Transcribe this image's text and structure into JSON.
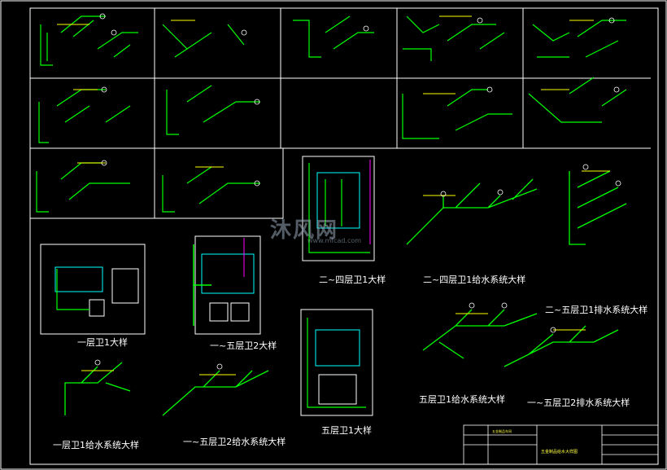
{
  "drawing": {
    "titles": {
      "d1": "一层卫1大样",
      "d2": "一~五层卫2大样",
      "d3": "二~四层卫1大样",
      "d4": "二~四层卫1给水系统大样",
      "d5": "二~五层卫1排水系统大样",
      "d6": "五层卫1大样",
      "d7": "五层卫1给水系统大样",
      "d8": "一~五层卫2排水系统大样",
      "d9": "一层卫1给水系统大样",
      "d10": "一~五层卫2给水系统大样"
    },
    "watermark": {
      "main": "沐风网",
      "sub": "www.mfcad.com"
    },
    "title_block": {
      "project": "五金制品车间",
      "sheet_title": "五金制品给水大样图"
    },
    "colors": {
      "frame": "#ffffff",
      "pipe": "#00ff00",
      "text": "#ffffff",
      "accent": "#ffff00",
      "cyan": "#00ffff",
      "magenta": "#ff00ff",
      "red": "#ff3333"
    }
  }
}
